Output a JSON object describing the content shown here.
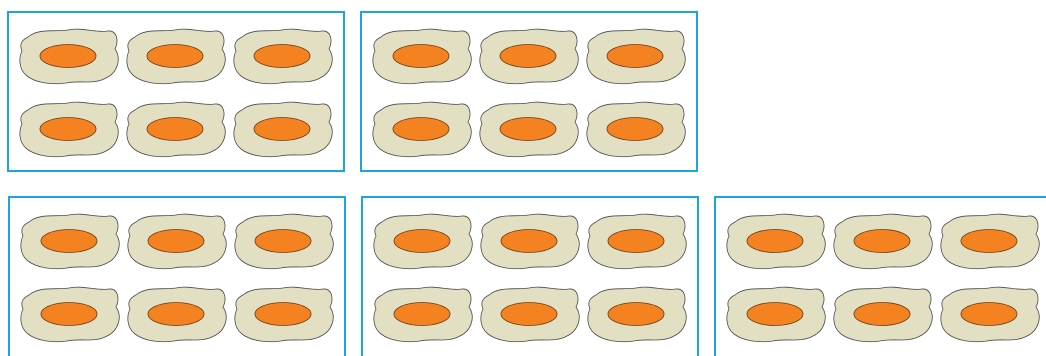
{
  "colors": {
    "frame": "#1ea5e0",
    "egg_white": "#e2dfc3",
    "egg_outline": "#4a4a4a",
    "yolk": "#f58220",
    "yolk_outline": "#6a3a10"
  },
  "icon": "fried-egg-icon",
  "boxes": [
    {
      "eggs": 6
    },
    {
      "eggs": 6
    },
    {
      "eggs": 6
    },
    {
      "eggs": 6
    },
    {
      "eggs": 6
    }
  ]
}
